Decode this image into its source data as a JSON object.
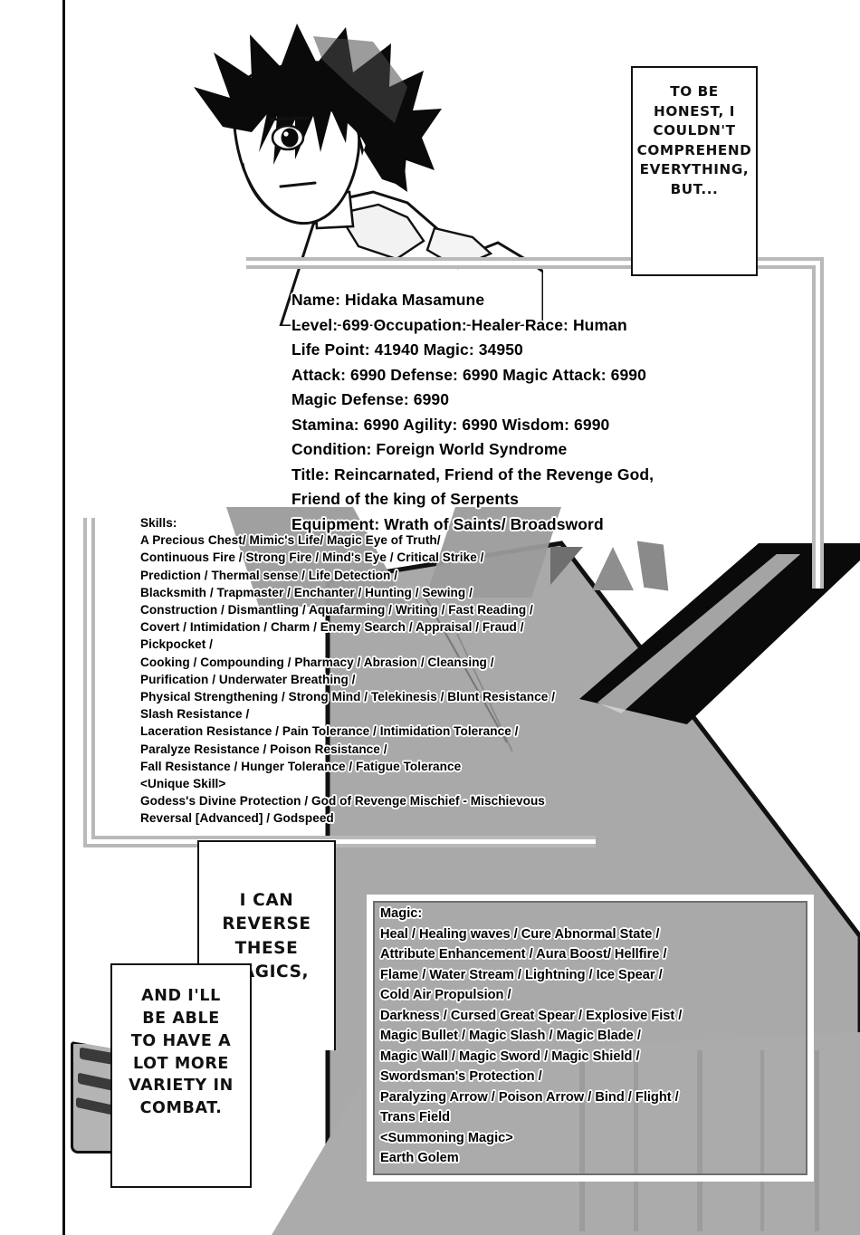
{
  "page": {
    "domain": "manga-page",
    "background_color": "#ffffff",
    "ink_color": "#111111",
    "panel_border_color": "#0d0d0d",
    "window_border_color": "#b9b9b9",
    "magic_window_border_color": "#6f6f6f",
    "slope_grey": "#a9a9a9",
    "beam_black": "#0a0a0a"
  },
  "character": {
    "name": "spiky-haired-boy",
    "description": "Black spiky-haired young man in a collared jacket looking back over his shoulder"
  },
  "status_window": {
    "lines": [
      "Name: Hidaka Masamune",
      "Level: 699  Occupation: Healer  Race: Human",
      "Life Point: 41940     Magic: 34950",
      "Attack: 6990 Defense: 6990 Magic Attack: 6990",
      "Magic Defense: 6990",
      "Stamina: 6990          Agility: 6990      Wisdom: 6990",
      "Condition: Foreign World Syndrome",
      "Title: Reincarnated, Friend of the Revenge God,",
      "Friend of the king of Serpents",
      "Equipment: Wrath of Saints/  Broadsword"
    ],
    "fields": {
      "name_label": "Name:",
      "name_value": "Hidaka Masamune",
      "level_label": "Level:",
      "level_value": "699",
      "occupation_label": "Occupation:",
      "occupation_value": "Healer",
      "race_label": "Race:",
      "race_value": "Human",
      "life_point_label": "Life Point:",
      "life_point_value": "41940",
      "magic_label": "Magic:",
      "magic_value": "34950",
      "attack_label": "Attack:",
      "attack_value": "6990",
      "defense_label": "Defense:",
      "defense_value": "6990",
      "magic_attack_label": "Magic Attack:",
      "magic_attack_value": "6990",
      "magic_defense_label": "Magic Defense:",
      "magic_defense_value": "6990",
      "stamina_label": "Stamina:",
      "stamina_value": "6990",
      "agility_label": "Agility:",
      "agility_value": "6990",
      "wisdom_label": "Wisdom:",
      "wisdom_value": "6990",
      "condition_label": "Condition:",
      "condition_value": "Foreign World Syndrome",
      "title_label": "Title:",
      "title_value": "Reincarnated, Friend of the Revenge God, Friend of the king of Serpents",
      "equipment_label": "Equipment:",
      "equipment_value": "Wrath of Saints/  Broadsword"
    }
  },
  "skills_window": {
    "heading": "Skills:",
    "lines": [
      "Skills:",
      "A Precious Chest/ Mimic's Life/ Magic Eye of Truth/",
      "Continuous Fire / Strong Fire / Mind's Eye / Critical Strike /",
      " Prediction / Thermal sense / Life Detection /",
      "Blacksmith / Trapmaster / Enchanter / Hunting / Sewing /",
      "Construction / Dismantling / Aquafarming / Writing / Fast Reading /",
      "Covert / Intimidation / Charm / Enemy Search / Appraisal / Fraud /",
      "Pickpocket /",
      "Cooking / Compounding / Pharmacy / Abrasion / Cleansing /",
      "Purification /  Underwater Breathing /",
      "Physical Strengthening / Strong Mind / Telekinesis / Blunt Resistance /",
      "Slash Resistance /",
      "Laceration Resistance / Pain Tolerance / Intimidation Tolerance /",
      "Paralyze Resistance / Poison Resistance /",
      "Fall Resistance / Hunger Tolerance / Fatigue Tolerance",
      "<Unique Skill>",
      "Godess's Divine Protection / God of Revenge Mischief - Mischievous",
      "Reversal [Advanced] / Godspeed"
    ],
    "unique_skill_heading": "<Unique Skill>",
    "unique_skills": [
      "Godess's Divine Protection",
      "God of Revenge Mischief - Mischievous Reversal [Advanced]",
      "Godspeed"
    ]
  },
  "magic_window": {
    "heading": "Magic:",
    "lines": [
      "Magic:",
      "Heal / Healing waves / Cure Abnormal State /",
      "Attribute Enhancement / Aura Boost/  Hellfire /",
      "Flame / Water Stream / Lightning / Ice Spear /",
      "Cold Air Propulsion /",
      "Darkness / Cursed Great Spear / Explosive Fist /",
      "Magic Bullet / Magic Slash / Magic Blade /",
      "Magic Wall / Magic Sword / Magic Shield /",
      "Swordsman's Protection /",
      "Paralyzing Arrow / Poison Arrow / Bind / Flight /",
      " Trans Field",
      "<Summoning Magic>",
      "Earth Golem"
    ],
    "summoning_heading": "<Summoning Magic>",
    "summoning_magic": [
      "Earth Golem"
    ]
  },
  "balloons": {
    "narration": {
      "name": "narration-balloon",
      "lines": [
        "TO BE",
        "HONEST, I",
        "COULDN'T",
        "COMPREHEND",
        "EVERYTHING,",
        "BUT..."
      ],
      "text": "TO BE HONEST, I COULDN'T COMPREHEND EVERYTHING, BUT..."
    },
    "reverse": {
      "name": "reverse-magics-balloon",
      "lines": [
        "I CAN",
        "REVERSE",
        "THESE",
        "MAGICS,"
      ],
      "text": "I CAN REVERSE THESE MAGICS,"
    },
    "variety": {
      "name": "combat-variety-balloon",
      "lines": [
        "AND I'LL",
        "BE ABLE",
        "TO HAVE A",
        "LOT MORE",
        "VARIETY IN",
        "COMBAT."
      ],
      "text": "AND I'LL BE ABLE TO HAVE A LOT MORE VARIETY IN COMBAT."
    }
  }
}
